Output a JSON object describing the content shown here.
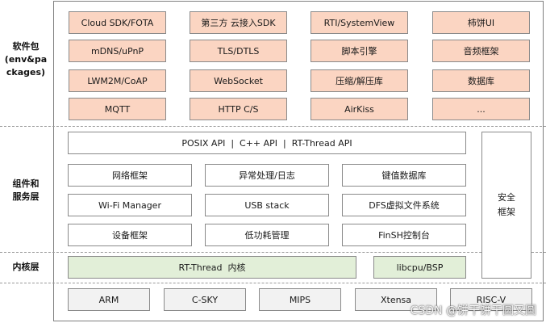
{
  "layers": {
    "packages": "软件包\n(env&pa\nckages)",
    "services": "组件和\n服务层",
    "kernel": "内核层"
  },
  "packages": [
    [
      "Cloud SDK/FOTA",
      "第三方 云接入SDK",
      "RTI/SystemView",
      "柿饼UI"
    ],
    [
      "mDNS/uPnP",
      "TLS/DTLS",
      "脚本引擎",
      "音频框架"
    ],
    [
      "LWM2M/CoAP",
      "WebSocket",
      "压缩/解压库",
      "数据库"
    ],
    [
      "MQTT",
      "HTTP C/S",
      "AirKiss",
      "..."
    ]
  ],
  "services": {
    "api": "POSIX API  |  C++ API  |  RT-Thread API",
    "rows": [
      [
        "网络框架",
        "异常处理/日志",
        "键值数据库"
      ],
      [
        "Wi-Fi Manager",
        "USB stack",
        "DFS虚拟文件系统"
      ],
      [
        "设备框架",
        "低功耗管理",
        "FinSH控制台"
      ]
    ],
    "security": "安全\n框架"
  },
  "kernel": {
    "core": "RT-Thread  内核",
    "libcpu": "libcpu/BSP"
  },
  "arch": [
    "ARM",
    "C-SKY",
    "MIPS",
    "Xtensa",
    "RISC-V"
  ],
  "watermark": "CSDN @饼干饼干圆又圆"
}
